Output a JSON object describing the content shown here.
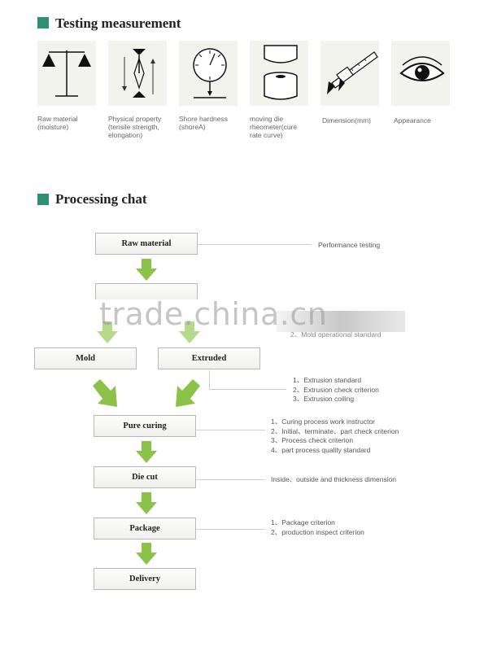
{
  "sections": {
    "testing_title": "Testing measurement",
    "processing_title": "Processing chat"
  },
  "measurements": [
    {
      "icon": "balance-scale-icon",
      "caption": "Raw material\n(moisture)"
    },
    {
      "icon": "tensile-arrows-icon",
      "caption": "Physical property\n(tensile strength,\nelongation)"
    },
    {
      "icon": "gauge-dial-icon",
      "caption": "Shore hardness\n(shoreA)"
    },
    {
      "icon": "die-rheometer-icon",
      "caption": "moving die\nrheometer(cure\nrate curve)"
    },
    {
      "icon": "caliper-icon",
      "caption": "Dimension(mm)"
    },
    {
      "icon": "eye-icon",
      "caption": "Appearance"
    }
  ],
  "flow": {
    "raw_material": "Raw material",
    "mold": "Mold",
    "extruded": "Extruded",
    "pure_curing": "Pure curing",
    "die_cut": "Die cut",
    "package": "Package",
    "delivery": "Delivery"
  },
  "notes": {
    "performance": "Performance testing",
    "mold_standard": "2、Mold operational standard",
    "extrusion": [
      "1、Extrusion standard",
      "2、Extrusion check criterion",
      "3、Extrusion coiling"
    ],
    "curing": [
      "1、Curing process work instructor",
      "2、Initial、terminate、part check criterion",
      "3、Process check criterion",
      "4、part process quality standard"
    ],
    "diecut": "Inside、outside and thickness dimension",
    "package": [
      "1、Package criterion",
      "2、production inspect criterion"
    ]
  },
  "watermark": "trade.china.cn",
  "colors": {
    "accent": "#2f8f73",
    "arrow": "#8cc24a"
  }
}
